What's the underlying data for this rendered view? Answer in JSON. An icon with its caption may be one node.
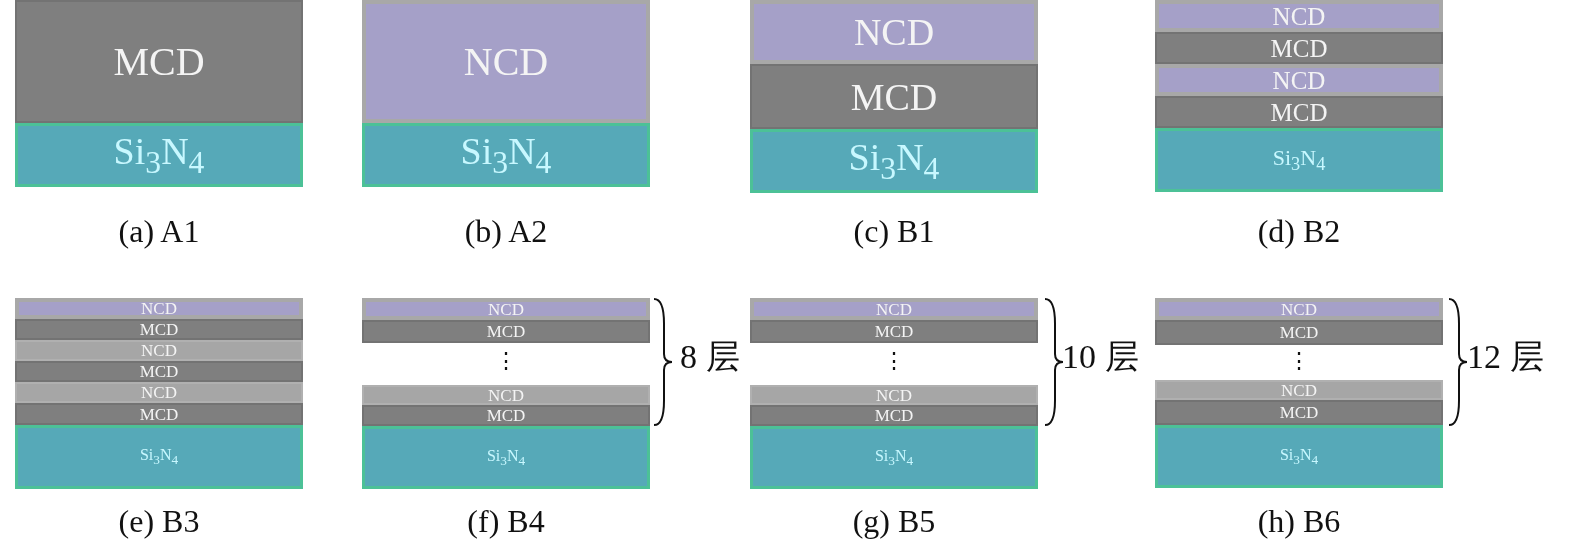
{
  "diagram": {
    "nodes": [
      {
        "text": [
          "MCD"
        ]
      },
      {
        "text": [
          "Si$_{3}$N$_{4}$"
        ]
      },
      {
        "text": [
          "NCD"
        ]
      },
      {
        "text": [
          "Si$_{3}$N$_{4}$"
        ]
      },
      {
        "text": [
          "NCD"
        ]
      },
      {
        "text": [
          "MCD"
        ]
      },
      {
        "text": [
          "Si$_{3}$N$_{4}$"
        ]
      },
      {
        "text": [
          "NCD"
        ]
      },
      {
        "text": [
          "MCD"
        ]
      },
      {
        "text": [
          "NCD"
        ]
      },
      {
        "text": [
          "MCD"
        ]
      },
      {
        "text": [
          "Si$_{3}$N$_{4}$"
        ]
      },
      {
        "text": [
          "NCD"
        ]
      },
      {
        "text": [
          "MCD"
        ]
      },
      {
        "text": [
          "NCD"
        ]
      },
      {
        "text": [
          "MCD"
        ]
      },
      {
        "text": [
          "NCD"
        ]
      },
      {
        "text": [
          "MCD"
        ]
      },
      {
        "text": [
          "Si$_{3}$N$_{4}$"
        ]
      },
      {
        "text": [
          "NCD"
        ]
      },
      {
        "text": [
          "MCD"
        ]
      },
      {
        "text": [
          "NCD"
        ]
      },
      {
        "text": [
          "MCD"
        ]
      },
      {
        "text": [
          "Si$_{3}$N$_{4}$"
        ]
      },
      {
        "text": [
          "NCD"
        ]
      },
      {
        "text": [
          "MCD"
        ]
      },
      {
        "text": [
          "NCD"
        ]
      },
      {
        "text": [
          "MCD"
        ]
      },
      {
        "text": [
          "Si$_{3}$N$_{4}$"
        ]
      },
      {
        "text": [
          "NCD"
        ]
      },
      {
        "text": [
          "MCD"
        ]
      },
      {
        "text": [
          "NCD"
        ]
      },
      {
        "text": [
          "MCD"
        ]
      },
      {
        "text": [
          "Si$_{3}$N$_{4}$"
        ]
      }
    ],
    "labels": [
      "(a) A1",
      "(b) A2",
      "(c) B1",
      "(d) B2",
      "⋮",
      "8 层",
      "⋮",
      "10 层",
      "⋮",
      "12 层",
      "(e) B3",
      "(f) B4",
      "(g) B5",
      "(h) B6"
    ]
  }
}
